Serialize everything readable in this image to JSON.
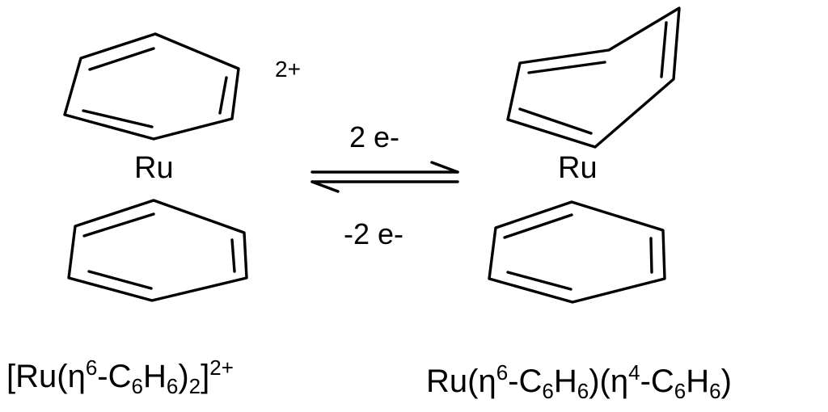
{
  "left_complex": {
    "metal_label": "Ru",
    "charge": "2+",
    "formula": {
      "open": "[Ru(η",
      "hapto": "6",
      "dash": "-C",
      "c_sub": "6",
      "h": "H",
      "h_sub": "6",
      "close": ")",
      "ligand_count": "2",
      "bracket": "]",
      "charge": "2+"
    }
  },
  "reaction": {
    "forward_label": "2 e-",
    "reverse_label": "-2 e-"
  },
  "right_complex": {
    "metal_label": "Ru",
    "formula": {
      "open": "Ru(η",
      "hapto1": "6",
      "dash1": "-C",
      "c_sub1": "6",
      "h1": "H",
      "h_sub1": "6",
      "mid": ")(η",
      "hapto2": "4",
      "dash2": "-C",
      "c_sub2": "6",
      "h2": "H",
      "h_sub2": "6",
      "close": ")"
    }
  }
}
